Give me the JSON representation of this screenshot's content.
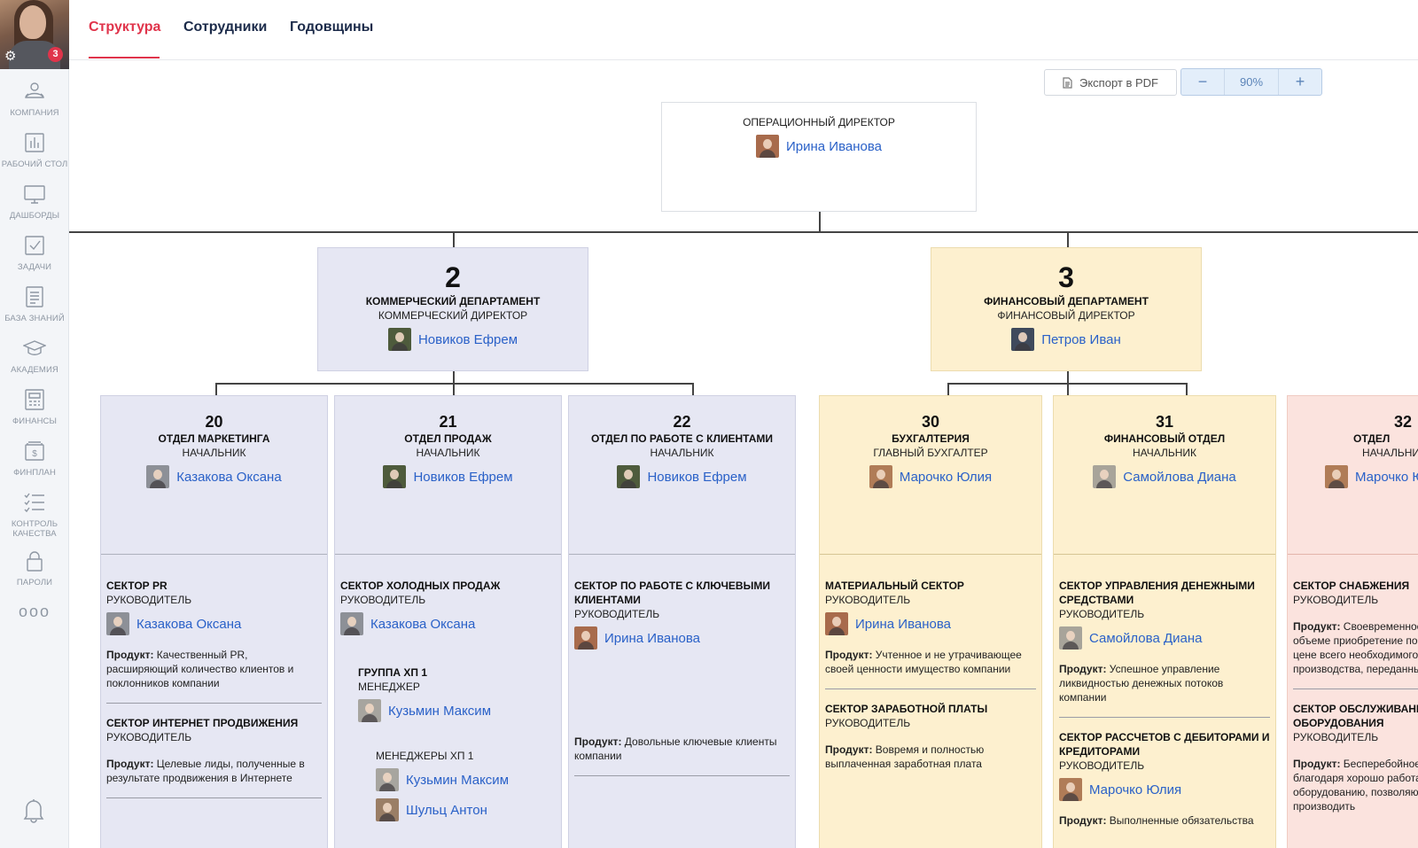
{
  "sidebar": {
    "badge": "3",
    "items": [
      {
        "label": "КОМПАНИЯ",
        "icon": "company-icon"
      },
      {
        "label": "РАБОЧИЙ СТОЛ",
        "icon": "bar-chart-icon"
      },
      {
        "label": "ДАШБОРДЫ",
        "icon": "monitor-icon"
      },
      {
        "label": "ЗАДАЧИ",
        "icon": "checkbox-icon"
      },
      {
        "label": "БАЗА ЗНАНИЙ",
        "icon": "document-icon"
      },
      {
        "label": "АКАДЕМИЯ",
        "icon": "graduation-cap-icon"
      },
      {
        "label": "ФИНАНСЫ",
        "icon": "finance-icon"
      },
      {
        "label": "ФИНПЛАН",
        "icon": "finplan-icon"
      },
      {
        "label": "КОНТРОЛЬ КАЧЕСТВА",
        "icon": "checklist-icon"
      },
      {
        "label": "ПАРОЛИ",
        "icon": "lock-icon"
      }
    ],
    "more": "ooo"
  },
  "tabs": [
    "Структура",
    "Сотрудники",
    "Годовщины"
  ],
  "toolbar": {
    "export": "Экспорт в PDF",
    "minus": "−",
    "zoom": "90%",
    "plus": "+"
  },
  "top": {
    "role": "ОПЕРАЦИОННЫЙ ДИРЕКТОР",
    "person": "Ирина Иванова"
  },
  "departments": [
    {
      "num": "2",
      "name": "КОММЕРЧЕСКИЙ ДЕПАРТАМЕНТ",
      "role": "КОММЕРЧЕСКИЙ ДИРЕКТОР",
      "person": "Новиков Ефрем"
    },
    {
      "num": "3",
      "name": "ФИНАНСОВЫЙ ДЕПАРТАМЕНТ",
      "role": "ФИНАНСОВЫЙ ДИРЕКТОР",
      "person": "Петров Иван"
    }
  ],
  "divisions": [
    {
      "num": "20",
      "name": "ОТДЕЛ МАРКЕТИНГА",
      "role": "НАЧАЛЬНИК",
      "person": "Казакова Оксана",
      "s1_title": "СЕКТОР PR",
      "s1_role": "РУКОВОДИТЕЛЬ",
      "s1_person": "Казакова Оксана",
      "s1_prod_label": "Продукт:",
      "s1_prod": " Качественный PR, расширяющий количество клиентов и поклонников компании",
      "s2_title": "СЕКТОР ИНТЕРНЕТ ПРОДВИЖЕНИЯ",
      "s2_role": "РУКОВОДИТЕЛЬ",
      "s2_prod_label": "Продукт:",
      "s2_prod": " Целевые лиды, полученные в результате продвижения в Интернете"
    },
    {
      "num": "21",
      "name": "ОТДЕЛ ПРОДАЖ",
      "role": "НАЧАЛЬНИК",
      "person": "Новиков Ефрем",
      "s1_title": "СЕКТОР ХОЛОДНЫХ ПРОДАЖ",
      "s1_role": "РУКОВОДИТЕЛЬ",
      "s1_person": "Казакова Оксана",
      "g_title": "ГРУППА ХП 1",
      "g_role": "МЕНЕДЖЕР",
      "g_person": "Кузьмин Максим",
      "m_title": "МЕНЕДЖЕРЫ ХП 1",
      "m_person1": "Кузьмин Максим",
      "m_person2": "Шульц Антон"
    },
    {
      "num": "22",
      "name": "ОТДЕЛ ПО РАБОТЕ С КЛИЕНТАМИ",
      "role": "НАЧАЛЬНИК",
      "person": "Новиков Ефрем",
      "s1_title": "СЕКТОР ПО РАБОТЕ С КЛЮЧЕВЫМИ КЛИЕНТАМИ",
      "s1_role": "РУКОВОДИТЕЛЬ",
      "s1_person": "Ирина Иванова",
      "s1_prod_label": "Продукт:",
      "s1_prod": " Довольные ключевые клиенты компании"
    },
    {
      "num": "30",
      "name": "БУХГАЛТЕРИЯ",
      "role": "ГЛАВНЫЙ БУХГАЛТЕР",
      "person": "Марочко Юлия",
      "s1_title": "МАТЕРИАЛЬНЫЙ СЕКТОР",
      "s1_role": "РУКОВОДИТЕЛЬ",
      "s1_person": "Ирина Иванова",
      "s1_prod_label": "Продукт:",
      "s1_prod": " Учтенное и не утрачивающее своей ценности имущество компании",
      "s2_title": "СЕКТОР ЗАРАБОТНОЙ ПЛАТЫ",
      "s2_role": "РУКОВОДИТЕЛЬ",
      "s2_prod_label": "Продукт:",
      "s2_prod": " Вовремя и полностью выплаченная заработная плата"
    },
    {
      "num": "31",
      "name": "ФИНАНСОВЫЙ ОТДЕЛ",
      "role": "НАЧАЛЬНИК",
      "person": "Самойлова Диана",
      "s1_title": "СЕКТОР УПРАВЛЕНИЯ ДЕНЕЖНЫМИ СРЕДСТВАМИ",
      "s1_role": "РУКОВОДИТЕЛЬ",
      "s1_person": "Самойлова Диана",
      "s1_prod_label": "Продукт:",
      "s1_prod": " Успешное управление ликвидностью денежных потоков компании",
      "s2_title": "СЕКТОР РАССЧЕТОВ С ДЕБИТОРАМИ И КРЕДИТОРАМИ",
      "s2_role": "РУКОВОДИТЕЛЬ",
      "s2_person": "Марочко Юлия",
      "s2_prod_label": "Продукт:",
      "s2_prod": " Выполненные обязательства"
    },
    {
      "num": "32",
      "name": "ОТДЕЛ",
      "role": "НАЧАЛЬНИК",
      "person": "Марочко Юлия",
      "s1_title": "СЕКТОР СНАБЖЕНИЯ",
      "s1_role": "РУКОВОДИТЕЛЬ",
      "s1_prod_label": "Продукт:",
      "s1_prod": " Своевременное и в нужном объеме приобретение по оптимальной цене всего необходимого для производства, переданные на склад",
      "s2_title": "СЕКТОР ОБСЛУЖИВАНИЯ ОБОРУДОВАНИЯ",
      "s2_role": "РУКОВОДИТЕЛЬ",
      "s2_prod_label": "Продукт:",
      "s2_prod": " Бесперебойное производство, благодаря хорошо работающему оборудованию, позволяющему производить"
    }
  ]
}
